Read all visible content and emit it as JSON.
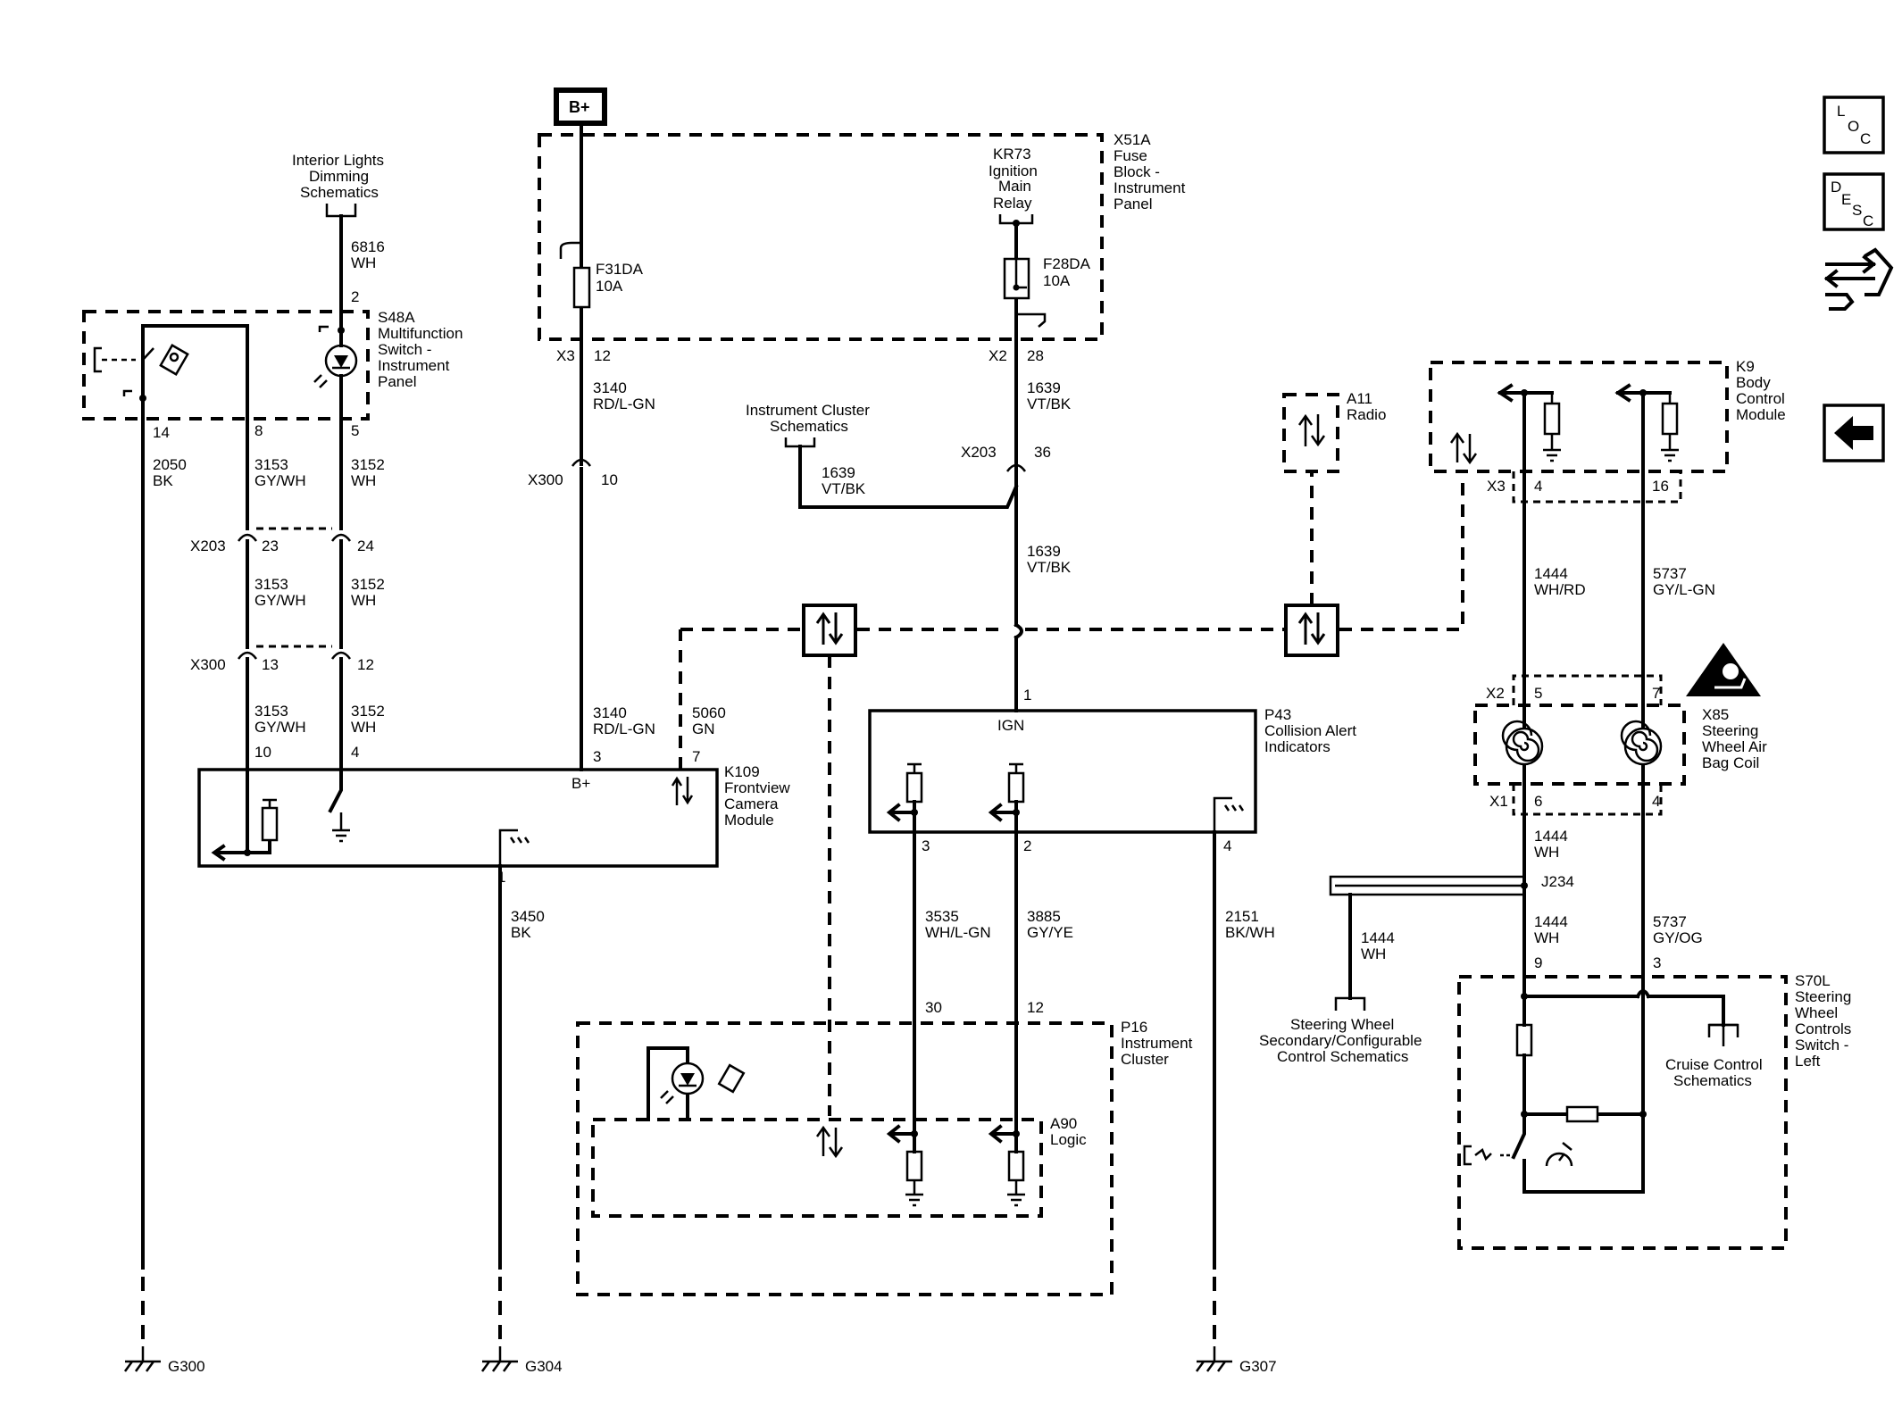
{
  "nav": {
    "loc": [
      "L",
      "O",
      "C"
    ],
    "desc": [
      "D",
      "E",
      "S",
      "C"
    ]
  },
  "components": {
    "bplus": "B+",
    "x51a": [
      "X51A",
      "Fuse",
      "Block -",
      "Instrument",
      "Panel"
    ],
    "kr73": [
      "KR73",
      "Ignition",
      "Main",
      "Relay"
    ],
    "f31da": [
      "F31DA",
      "10A"
    ],
    "f28da": [
      "F28DA",
      "10A"
    ],
    "interior": [
      "Interior Lights",
      "Dimming",
      "Schematics"
    ],
    "s48a": [
      "S48A",
      "Multifunction",
      "Switch -",
      "Instrument",
      "Panel"
    ],
    "cluster_sch": [
      "Instrument Cluster",
      "Schematics"
    ],
    "a11": [
      "A11",
      "Radio"
    ],
    "k9": [
      "K9",
      "Body",
      "Control",
      "Module"
    ],
    "k109": [
      "K109",
      "Frontview",
      "Camera",
      "Module"
    ],
    "p43": [
      "P43",
      "Collision Alert",
      "Indicators"
    ],
    "ign": "IGN",
    "bplus_pin": "B+",
    "x85": [
      "X85",
      "Steering",
      "Wheel Air",
      "Bag Coil"
    ],
    "j234": "J234",
    "sw_sec": [
      "Steering Wheel",
      "Secondary/Configurable",
      "Control Schematics"
    ],
    "s70l": [
      "S70L",
      "Steering",
      "Wheel",
      "Controls",
      "Switch -",
      "Left"
    ],
    "cruise": [
      "Cruise Control",
      "Schematics"
    ],
    "p16": [
      "P16",
      "Instrument",
      "Cluster"
    ],
    "a90": [
      "A90",
      "Logic"
    ],
    "g300": "G300",
    "g304": "G304",
    "g307": "G307"
  },
  "connectors": {
    "x3_top": "X3",
    "x3_top_pin": "12",
    "x2_top": "X2",
    "x2_top_pin": "28",
    "x300_a": "X300",
    "x300_a_pin": "10",
    "x203_b": "X203",
    "x203_b_pin": "36",
    "x203_a": "X203",
    "x203_a_pin1": "23",
    "x203_a_pin2": "24",
    "x300_b": "X300",
    "x300_b_pin1": "13",
    "x300_b_pin2": "12",
    "k9_x3": "X3",
    "k9_pin4": "4",
    "k9_pin16": "16",
    "x85_x2": "X2",
    "x85_pin5": "5",
    "x85_pin7": "7",
    "x85_x1": "X1",
    "x85_pin6": "6",
    "x85_pin4": "4"
  },
  "pins": {
    "s48a_2": "2",
    "s48a_14": "14",
    "s48a_8": "8",
    "s48a_5": "5",
    "k109_10": "10",
    "k109_4": "4",
    "k109_3": "3",
    "k109_7": "7",
    "k109_1": "1",
    "p43_1": "1",
    "p43_3": "3",
    "p43_2": "2",
    "p43_4": "4",
    "p16_30": "30",
    "p16_12": "12",
    "s70l_9": "9",
    "s70l_3": "3"
  },
  "wires": {
    "w6816": [
      "6816",
      "WH"
    ],
    "w2050": [
      "2050",
      "BK"
    ],
    "w3153a": [
      "3153",
      "GY/WH"
    ],
    "w3152a": [
      "3152",
      "WH"
    ],
    "w3153b": [
      "3153",
      "GY/WH"
    ],
    "w3152b": [
      "3152",
      "WH"
    ],
    "w3153c": [
      "3153",
      "GY/WH"
    ],
    "w3152c": [
      "3152",
      "WH"
    ],
    "w3140a": [
      "3140",
      "RD/L-GN"
    ],
    "w3140b": [
      "3140",
      "RD/L-GN"
    ],
    "w5060": [
      "5060",
      "GN"
    ],
    "w1639a": [
      "1639",
      "VT/BK"
    ],
    "w1639b": [
      "1639",
      "VT/BK"
    ],
    "w1639c": [
      "1639",
      "VT/BK"
    ],
    "w3450": [
      "3450",
      "BK"
    ],
    "w3535": [
      "3535",
      "WH/L-GN"
    ],
    "w3885": [
      "3885",
      "GY/YE"
    ],
    "w2151": [
      "2151",
      "BK/WH"
    ],
    "w1444a": [
      "1444",
      "WH/RD"
    ],
    "w5737a": [
      "5737",
      "GY/L-GN"
    ],
    "w1444b": [
      "1444",
      "WH"
    ],
    "w1444c": [
      "1444",
      "WH"
    ],
    "w1444d": [
      "1444",
      "WH"
    ],
    "w5737b": [
      "5737",
      "GY/OG"
    ]
  }
}
